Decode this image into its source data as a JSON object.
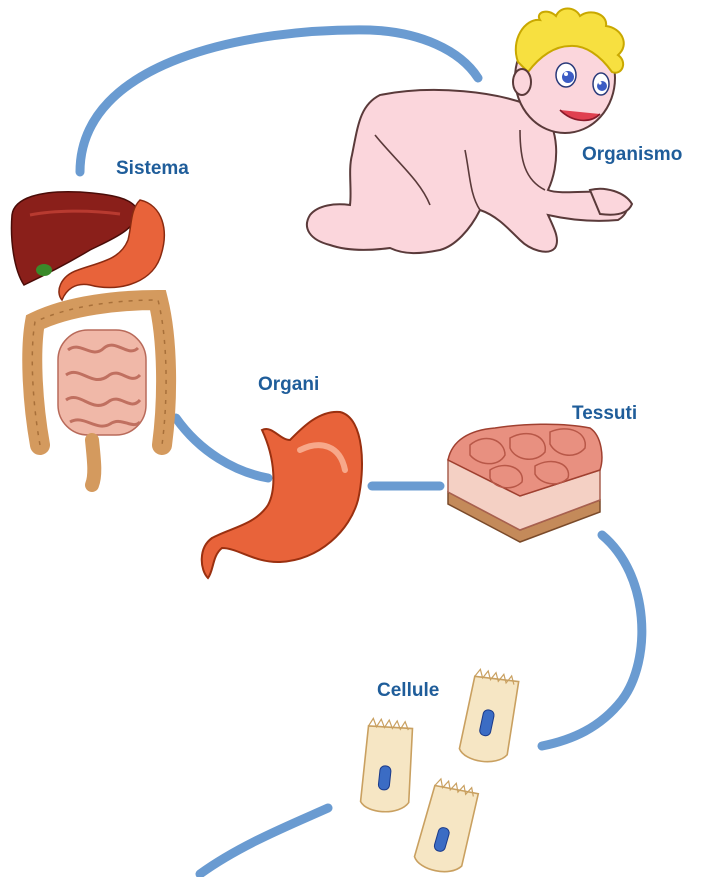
{
  "diagram": {
    "levels": [
      {
        "id": "organismo",
        "label": "Organismo"
      },
      {
        "id": "sistema",
        "label": "Sistema"
      },
      {
        "id": "organi",
        "label": "Organi"
      },
      {
        "id": "tessuti",
        "label": "Tessuti"
      },
      {
        "id": "cellule",
        "label": "Cellule"
      }
    ],
    "illustrations": [
      {
        "name": "baby",
        "icon": "baby-icon"
      },
      {
        "name": "digestive-system",
        "icon": "digestive-system-icon"
      },
      {
        "name": "stomach",
        "icon": "stomach-icon"
      },
      {
        "name": "tissue",
        "icon": "tissue-block-icon"
      },
      {
        "name": "cells",
        "icon": "cells-icon"
      }
    ],
    "colors": {
      "connector": "#6a9bd1",
      "label": "#1f5d9a"
    }
  }
}
